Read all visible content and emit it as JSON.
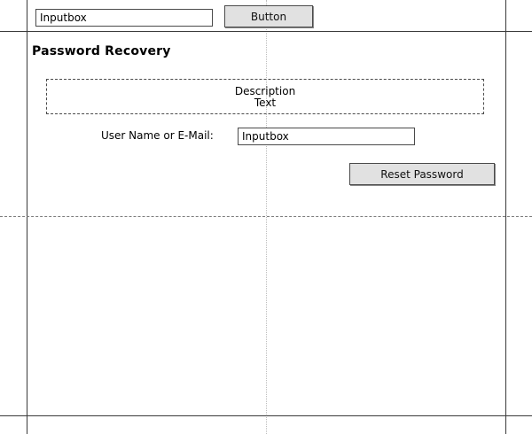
{
  "top_bar": {
    "input_value": "Inputbox",
    "button_label": "Button"
  },
  "recovery": {
    "title": "Password Recovery",
    "description": [
      "Description",
      "Text"
    ],
    "username_label": "User Name or E-Mail:",
    "username_value": "Inputbox",
    "reset_button_label": "Reset Password"
  }
}
